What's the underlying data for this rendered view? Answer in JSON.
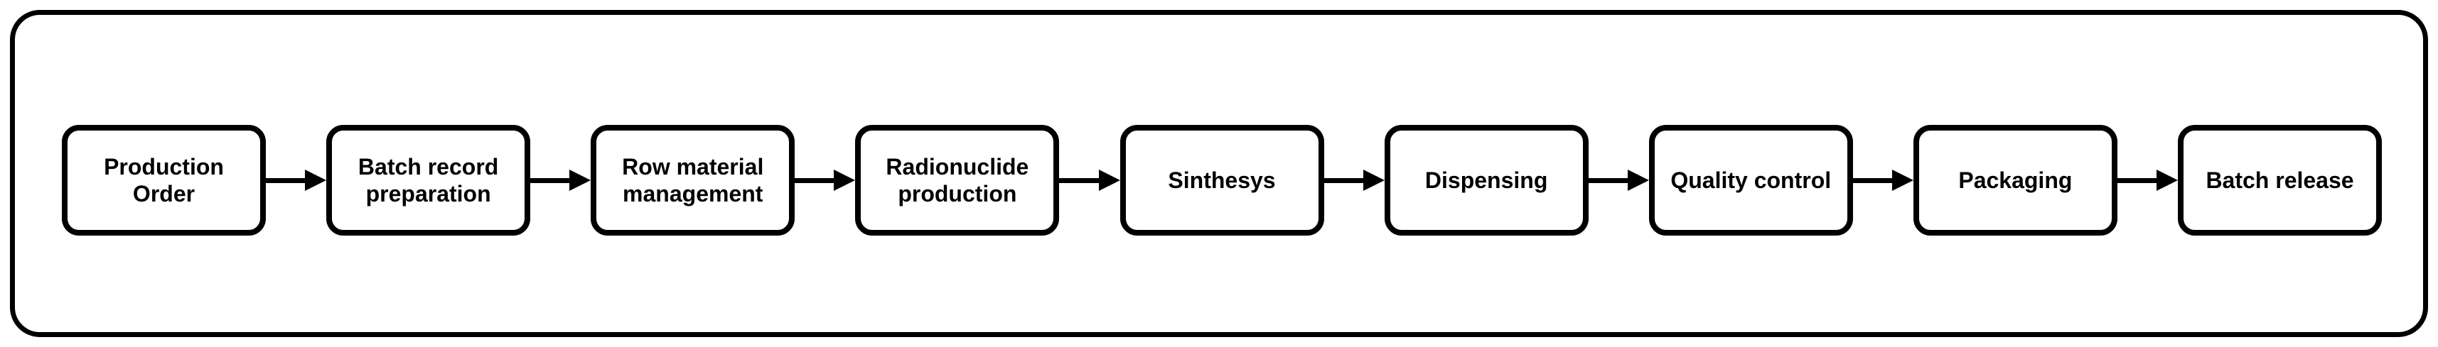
{
  "diagram": {
    "type": "flowchart",
    "direction": "left-to-right",
    "background_color": "#ffffff",
    "stroke_color": "#000000",
    "text_color": "#000000",
    "connector_style": "solid-line-right-arrow",
    "nodes": [
      {
        "id": "production-order",
        "label": "Production\nOrder"
      },
      {
        "id": "batch-record-preparation",
        "label": "Batch record\npreparation"
      },
      {
        "id": "row-material-management",
        "label": "Row material\nmanagement"
      },
      {
        "id": "radionuclide-production",
        "label": "Radionuclide\nproduction"
      },
      {
        "id": "sinthesys",
        "label": "Sinthesys"
      },
      {
        "id": "dispensing",
        "label": "Dispensing"
      },
      {
        "id": "quality-control",
        "label": "Quality control"
      },
      {
        "id": "packaging",
        "label": "Packaging"
      },
      {
        "id": "batch-release",
        "label": "Batch release"
      }
    ]
  }
}
